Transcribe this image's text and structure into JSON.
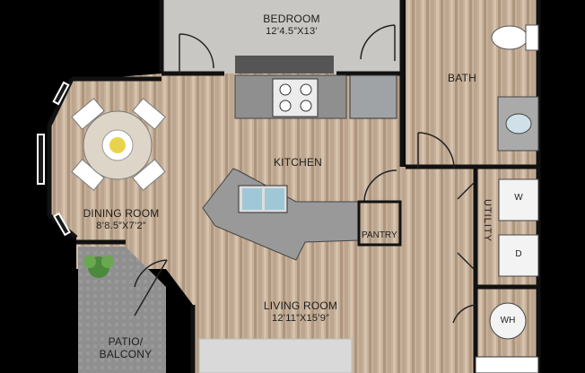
{
  "rooms": {
    "bedroom": {
      "name": "BEDROOM",
      "dims": "12’4.5”X13’"
    },
    "bath": {
      "name": "BATH"
    },
    "kitchen": {
      "name": "KITCHEN"
    },
    "dining": {
      "name": "DINING ROOM",
      "dims": "8’8.5”X7’2”"
    },
    "pantry": {
      "name": "PANTRY"
    },
    "utility": {
      "name": "UTILITY"
    },
    "living": {
      "name": "LIVING ROOM",
      "dims": "12’11”X15’9”"
    },
    "patio": {
      "name": "PATIO/\nBALCONY",
      "line1": "PATIO/",
      "line2": "BALCONY"
    }
  },
  "appliances": {
    "washer": "W",
    "dryer": "D",
    "water_heater": "WH"
  },
  "colors": {
    "wood_light": "#cbb59d",
    "wood_dark": "#a98f77",
    "carpet": "#c8c6c2",
    "wall": "#1a1a1a",
    "counter": "#9a9a9a",
    "patio": "#9c9c9c"
  }
}
